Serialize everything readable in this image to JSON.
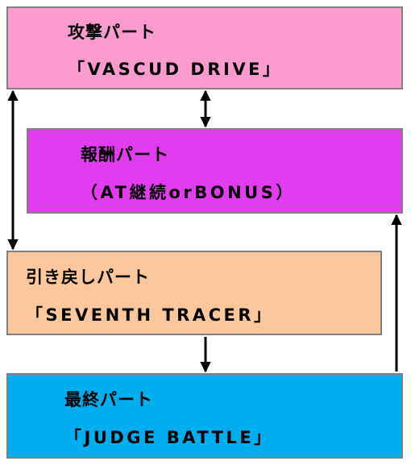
{
  "colors": {
    "attack": "#fb9bd0",
    "reward": "#e33cf0",
    "pullback": "#fdc79c",
    "final": "#00aeef",
    "border": "#808080",
    "arrow": "#000000"
  },
  "boxes": {
    "attack": {
      "title": "攻撃パート",
      "subtitle": "「VASCUD DRIVE」"
    },
    "reward": {
      "title": "報酬パート",
      "subtitle": "（AT継続orBONUS）"
    },
    "pullback": {
      "title": "引き戻しパート",
      "subtitle": "「SEVENTH TRACER」"
    },
    "final": {
      "title": "最終パート",
      "subtitle": "「JUDGE BATTLE」"
    }
  }
}
